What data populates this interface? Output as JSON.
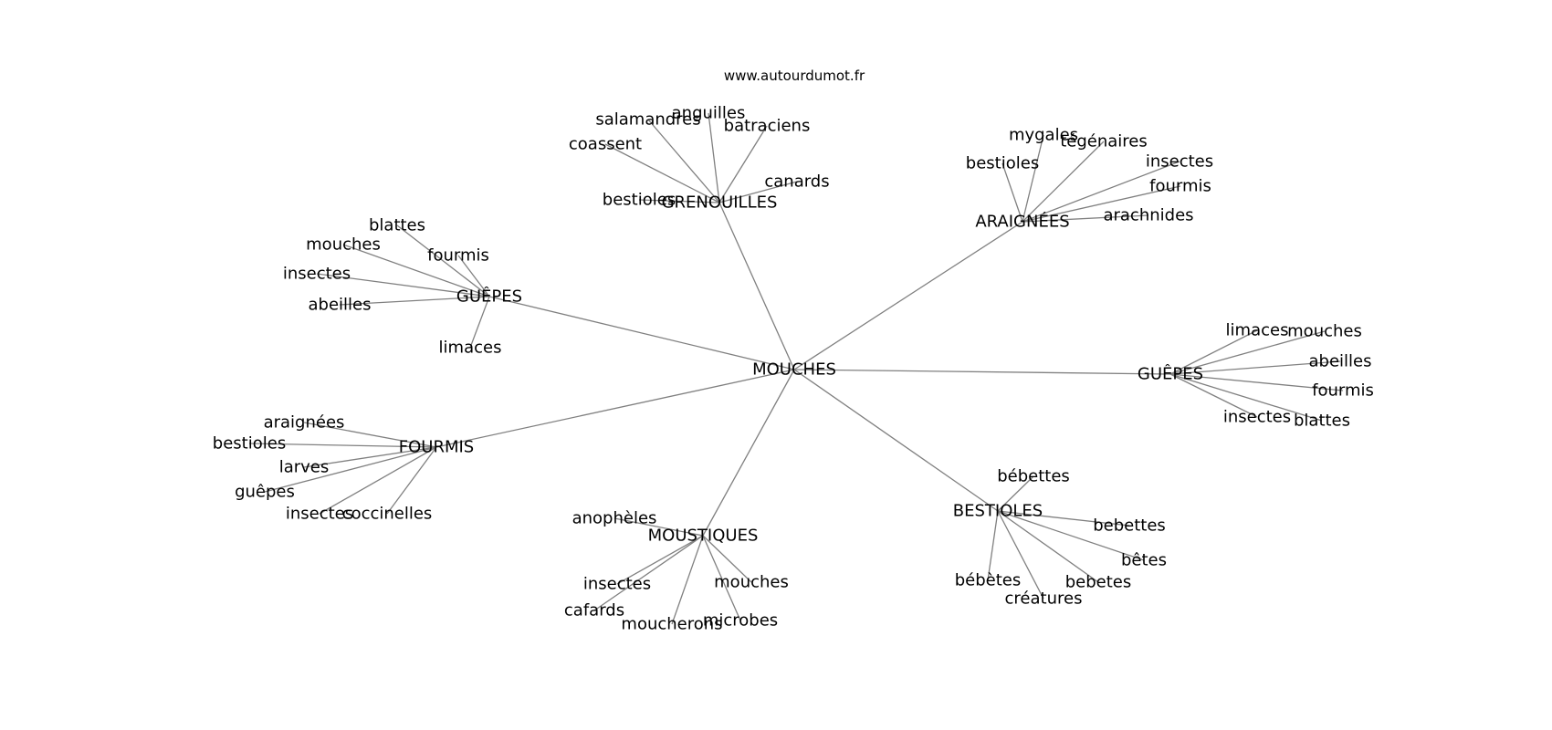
{
  "site": "www.autourdumot.fr",
  "graph": {
    "center": "MOUCHES",
    "clusters": [
      {
        "label": "GRENOUILLES",
        "terms": [
          "anguilles",
          "salamandres",
          "batraciens",
          "coassent",
          "canards",
          "bestioles"
        ]
      },
      {
        "label": "ARAIGNÉES",
        "terms": [
          "mygales",
          "tégénaires",
          "bestioles",
          "insectes",
          "fourmis",
          "arachnides"
        ]
      },
      {
        "label": "GUÊPES",
        "terms": [
          "blattes",
          "mouches",
          "fourmis",
          "insectes",
          "abeilles",
          "limaces"
        ]
      },
      {
        "label": "GUÊPES",
        "terms": [
          "limaces",
          "mouches",
          "abeilles",
          "fourmis",
          "insectes",
          "blattes"
        ]
      },
      {
        "label": "FOURMIS",
        "terms": [
          "araignées",
          "bestioles",
          "larves",
          "guêpes",
          "insectes",
          "coccinelles"
        ]
      },
      {
        "label": "MOUSTIQUES",
        "terms": [
          "anophèles",
          "insectes",
          "mouches",
          "cafards",
          "moucherons",
          "microbes"
        ]
      },
      {
        "label": "BESTIOLES",
        "terms": [
          "bébettes",
          "bebettes",
          "bêtes",
          "bebetes",
          "bébètes",
          "créatures"
        ]
      }
    ]
  }
}
